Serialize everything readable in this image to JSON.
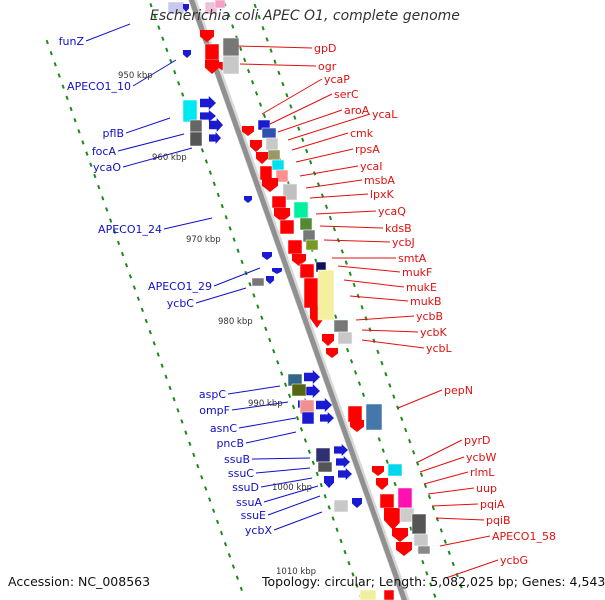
{
  "title": "Escherichia coli APEC O1, complete genome",
  "footer": {
    "accession": "Accession: NC_008563",
    "summary": "Topology: circular; Length: 5,082,025 bp; Genes: 4,543"
  },
  "colors": {
    "left_label": "#1010c8",
    "right_label": "#e01010",
    "backbone": "#909090",
    "tick": "#1a8a1a"
  },
  "scale_labels": [
    "950 kbp",
    "960 kbp",
    "970 kbp",
    "980 kbp",
    "990 kbp",
    "1000 kbp",
    "1010 kbp"
  ],
  "left_labels": [
    "funZ",
    "APECO1_10",
    "pflB",
    "focA",
    "ycaO",
    "APECO1_24",
    "APECO1_29",
    "ycbC",
    "aspC",
    "ompF",
    "asnC",
    "pncB",
    "ssuB",
    "ssuC",
    "ssuD",
    "ssuA",
    "ssuE",
    "ycbX"
  ],
  "right_labels": [
    "gpD",
    "ogr",
    "ycaP",
    "serC",
    "aroA",
    "ycaL",
    "cmk",
    "rpsA",
    "ycaI",
    "msbA",
    "lpxK",
    "ycaQ",
    "kdsB",
    "ycbJ",
    "smtA",
    "mukF",
    "mukE",
    "mukB",
    "ycbB",
    "ycbK",
    "ycbL",
    "pepN",
    "pyrD",
    "ycbW",
    "rlmL",
    "uup",
    "pqiA",
    "pqiB",
    "APECO1_58",
    "ycbG"
  ]
}
